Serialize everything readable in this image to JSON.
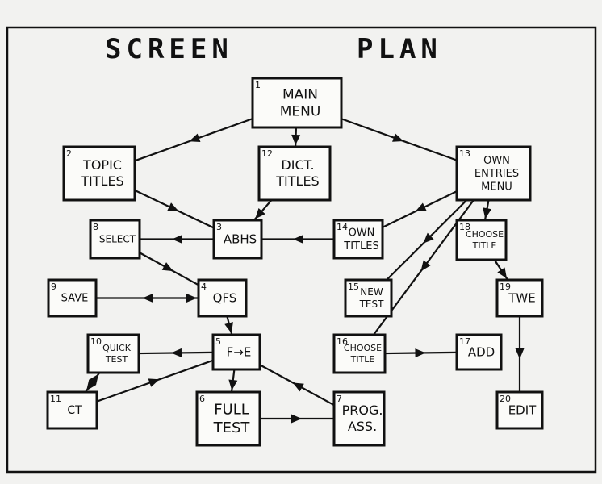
{
  "title_left": "SCREEN",
  "title_right": "PLAN",
  "colors": {
    "ink": "#111111",
    "paper": "#fbfbf9"
  },
  "nodes": [
    {
      "id": "1",
      "lines": [
        "MAIN",
        "MENU"
      ]
    },
    {
      "id": "2",
      "lines": [
        "TOPIC",
        "TITLES"
      ]
    },
    {
      "id": "12",
      "lines": [
        "DICT.",
        "TITLES"
      ]
    },
    {
      "id": "13",
      "lines": [
        "OWN",
        "ENTRIES",
        "MENU"
      ]
    },
    {
      "id": "8",
      "lines": [
        "SELECT"
      ]
    },
    {
      "id": "3",
      "lines": [
        "ABHS"
      ]
    },
    {
      "id": "14",
      "lines": [
        "OWN",
        "TITLES"
      ]
    },
    {
      "id": "18",
      "lines": [
        "CHOOSE",
        "TITLE"
      ]
    },
    {
      "id": "9",
      "lines": [
        "SAVE"
      ]
    },
    {
      "id": "4",
      "lines": [
        "QFS"
      ]
    },
    {
      "id": "15",
      "lines": [
        "NEW",
        "TEST"
      ]
    },
    {
      "id": "19",
      "lines": [
        "TWE"
      ]
    },
    {
      "id": "10",
      "lines": [
        "QUICK",
        "TEST"
      ]
    },
    {
      "id": "5",
      "lines": [
        "F→E"
      ]
    },
    {
      "id": "16",
      "lines": [
        "CHOOSE",
        "TITLE"
      ]
    },
    {
      "id": "17",
      "lines": [
        "ADD"
      ]
    },
    {
      "id": "11",
      "lines": [
        "CT"
      ]
    },
    {
      "id": "6",
      "lines": [
        "FULL",
        "TEST"
      ]
    },
    {
      "id": "7",
      "lines": [
        "PROG.",
        "ASS."
      ]
    },
    {
      "id": "20",
      "lines": [
        "EDIT"
      ]
    }
  ],
  "edges": [
    {
      "from": "1",
      "to": "2"
    },
    {
      "from": "1",
      "to": "12"
    },
    {
      "from": "1",
      "to": "13"
    },
    {
      "from": "2",
      "to": "3"
    },
    {
      "from": "12",
      "to": "3"
    },
    {
      "from": "3",
      "to": "8"
    },
    {
      "from": "14",
      "to": "3"
    },
    {
      "from": "13",
      "to": "14"
    },
    {
      "from": "13",
      "to": "18"
    },
    {
      "from": "13",
      "to": "15"
    },
    {
      "from": "13",
      "to": "16"
    },
    {
      "from": "8",
      "to": "4"
    },
    {
      "from": "4",
      "to": "9",
      "both": true
    },
    {
      "from": "4",
      "to": "5"
    },
    {
      "from": "18",
      "to": "19"
    },
    {
      "from": "5",
      "to": "10"
    },
    {
      "from": "10",
      "to": "11",
      "both": true
    },
    {
      "from": "11",
      "to": "5"
    },
    {
      "from": "5",
      "to": "6"
    },
    {
      "from": "7",
      "to": "5"
    },
    {
      "from": "6",
      "to": "7"
    },
    {
      "from": "16",
      "to": "17"
    },
    {
      "from": "19",
      "to": "20"
    }
  ]
}
